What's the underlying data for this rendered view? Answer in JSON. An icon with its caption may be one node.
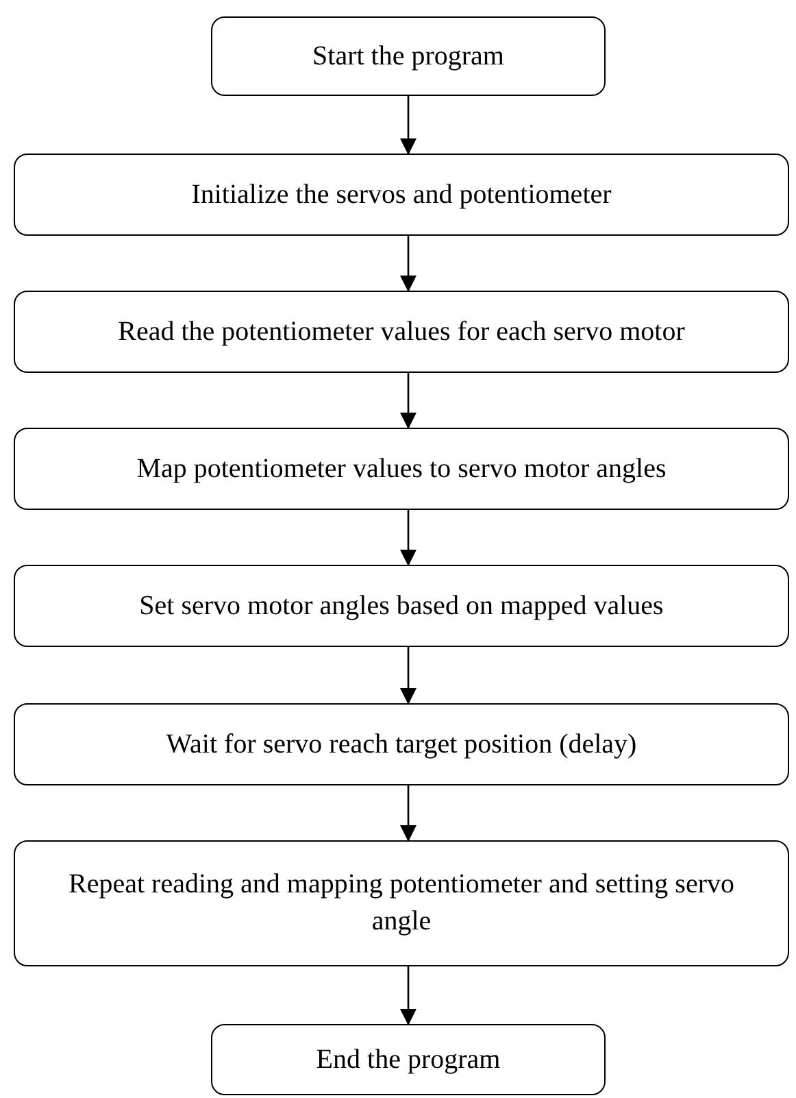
{
  "diagram": {
    "nodes": [
      {
        "text": [
          "Start the program"
        ]
      },
      {
        "text": [
          "Initialize the servos and potentiometer"
        ]
      },
      {
        "text": [
          "Read the potentiometer values for each servo motor"
        ]
      },
      {
        "text": [
          "Map potentiometer values to servo motor angles"
        ]
      },
      {
        "text": [
          "Set servo motor angles based on mapped values"
        ]
      },
      {
        "text": [
          "Wait for servo reach target position (delay)"
        ]
      },
      {
        "text": [
          "Repeat reading and mapping potentiometer and setting servo angle"
        ]
      },
      {
        "text": [
          "End the program"
        ]
      }
    ],
    "edges": [
      {
        "from": 0,
        "to": 1,
        "arrow": "to"
      },
      {
        "from": 1,
        "to": 2,
        "arrow": "to"
      },
      {
        "from": 2,
        "to": 3,
        "arrow": "to"
      },
      {
        "from": 3,
        "to": 4,
        "arrow": "to"
      },
      {
        "from": 4,
        "to": 5,
        "arrow": "to"
      },
      {
        "from": 5,
        "to": 6,
        "arrow": "to"
      },
      {
        "from": 6,
        "to": 7,
        "arrow": "to"
      }
    ]
  }
}
